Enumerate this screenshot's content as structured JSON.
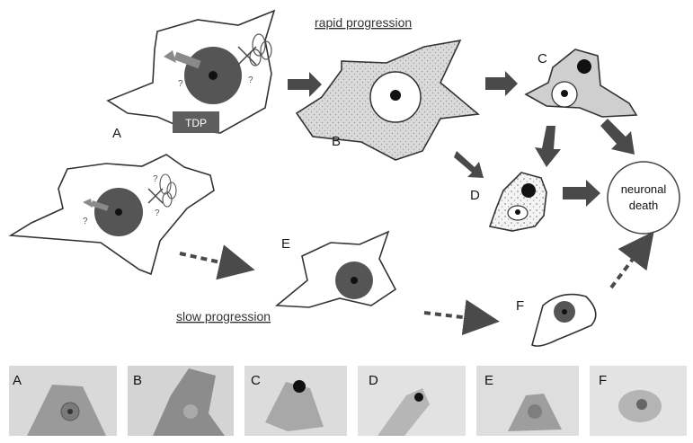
{
  "diagram": {
    "titles": {
      "rapid": "rapid progression",
      "slow": "slow progression"
    },
    "tdp_label": "TDP",
    "question_mark": "?",
    "cells": {
      "A": "A",
      "B": "B",
      "C": "C",
      "D": "D",
      "E": "E",
      "F": "F"
    },
    "death": {
      "line1": "neuronal",
      "line2": "death"
    }
  },
  "micrographs": [
    {
      "label": "A"
    },
    {
      "label": "B"
    },
    {
      "label": "C"
    },
    {
      "label": "D"
    },
    {
      "label": "E"
    },
    {
      "label": "F"
    }
  ],
  "colors": {
    "arrow": "#4a4a4a",
    "nucleus": "#555555",
    "cell_fill_rapid": "#d6d6d6",
    "tdp_box": "#5e5e5e",
    "micro_bg": "#d9d9d9"
  }
}
